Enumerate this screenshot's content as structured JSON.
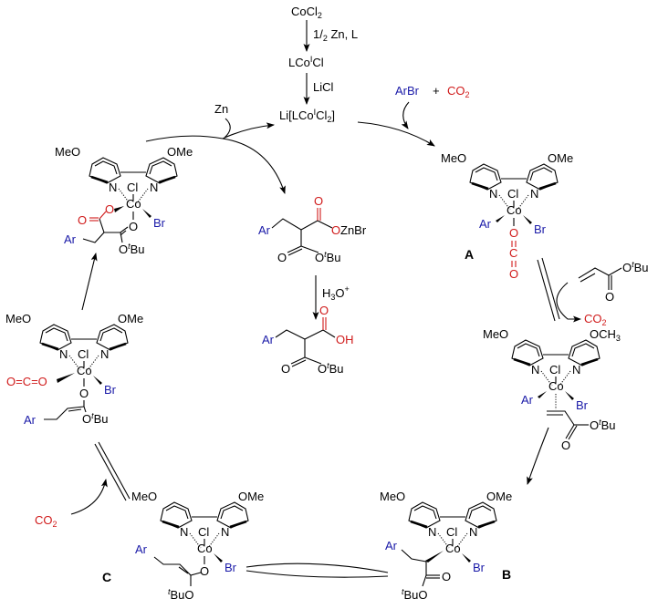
{
  "title": "Cobalt-catalyzed carboxylation catalytic cycle",
  "colors": {
    "aryl": "#1a1aa8",
    "co2": "#d01a1a",
    "text": "#000000"
  },
  "top_sequence": {
    "start": "CoCl",
    "start_sub": "2",
    "step1_reagent_pre": "1/",
    "step1_reagent_sub": "2",
    "step1_reagent_post": " Zn, L",
    "intermediate": "LCo",
    "intermediate_sup": "I",
    "intermediate_post": "Cl",
    "step2_reagent": "LiCl",
    "catalyst_pre": "Li[LCo",
    "catalyst_sup": "I",
    "catalyst_mid": "Cl",
    "catalyst_sub": "2",
    "catalyst_post": "]"
  },
  "reagents": {
    "zn": "Zn",
    "arbr": "ArBr",
    "plus": "+",
    "co2": "CO",
    "co2_sub": "2",
    "acrylate_O": "O",
    "acrylate_otbu_pre": "O",
    "acrylate_otbu_sup": "t",
    "acrylate_otbu_post": "Bu",
    "co2_release": "CO",
    "co2_release_sub": "2",
    "co2_insert": "CO",
    "co2_insert_sub": "2"
  },
  "ligand": {
    "meo": "MeO",
    "ome": "OMe",
    "och3": "OCH",
    "och3_sub": "3",
    "n": "N",
    "cl": "Cl",
    "co": "Co",
    "br": "Br"
  },
  "complexes": {
    "A": {
      "label": "A",
      "ar": "Ar",
      "o": "O",
      "c": "C"
    },
    "B": {
      "label": "B",
      "ar": "Ar",
      "o": "O",
      "tbuo_sup": "t",
      "tbuo_post": "BuO"
    },
    "C": {
      "label": "C",
      "ar": "Ar",
      "o": "O",
      "tbuo_sup": "t",
      "tbuo_post": "BuO"
    },
    "pi": {
      "ar": "Ar",
      "o": "O",
      "otbu_pre": "O",
      "otbu_sup": "t",
      "otbu_post": "Bu"
    },
    "enolate_co2": {
      "ar": "Ar",
      "o": "O",
      "oco": "O=C=O",
      "otbu_pre": "O",
      "otbu_sup": "t",
      "otbu_post": "Bu"
    },
    "carboxylate": {
      "ar": "Ar",
      "o": "O",
      "o_red": "O",
      "otbu_pre": "O",
      "otbu_sup": "t",
      "otbu_post": "Bu"
    }
  },
  "products": {
    "zinc_salt": {
      "ar": "Ar",
      "o": "O",
      "ozn": "O",
      "znbr": "ZnBr",
      "otbu_pre": "O",
      "otbu_sup": "t",
      "otbu_post": "Bu",
      "o2": "O"
    },
    "hydrolysis": {
      "reagent": "H",
      "reagent_sub": "3",
      "reagent_post": "O",
      "reagent_sup": "+"
    },
    "acid": {
      "ar": "Ar",
      "o": "O",
      "oh": "OH",
      "otbu_pre": "O",
      "otbu_sup": "t",
      "otbu_post": "Bu",
      "o2": "O"
    }
  }
}
